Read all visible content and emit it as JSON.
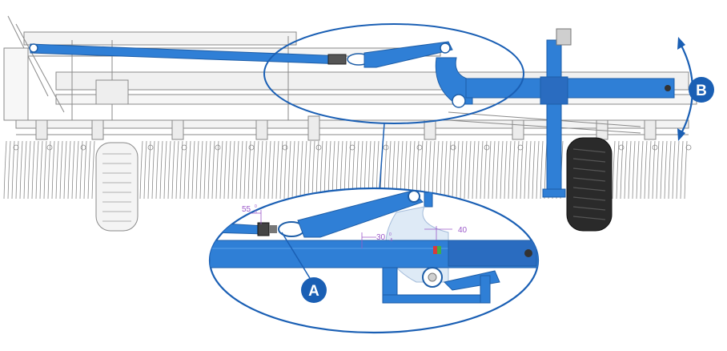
{
  "callouts": {
    "a": "A",
    "b": "B"
  },
  "dimensions": {
    "d55": "55",
    "d55_tol_top": "0",
    "d55_tol_bottom": "5",
    "d30": "30",
    "d30_tol_top": "0",
    "d30_tol_bottom": "-5",
    "d40": "40"
  },
  "colors": {
    "frame_blue": "#2f7fd6",
    "frame_blue_dark": "#1e5ea8",
    "callout_blue": "#1a5fb4",
    "outline": "#1a5fb4",
    "line_gray": "#8a8a8a",
    "dim_purple": "#9b59c9",
    "tire_dark": "#222222"
  }
}
